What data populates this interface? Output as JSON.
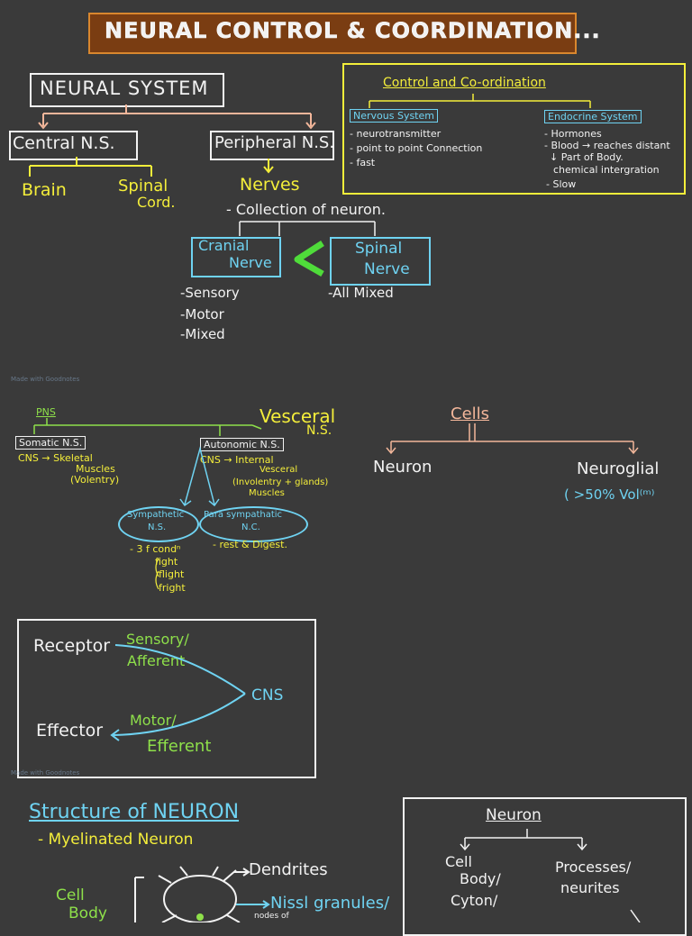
{
  "title": "NEURAL CONTROL & COORDINATION...",
  "neural_system": {
    "heading": "NEURAL SYSTEM",
    "central": "Central N.S.",
    "peripheral": "Peripheral N.S.",
    "brain": "Brain",
    "spinal_cord_1": "Spinal",
    "spinal_cord_2": "Cord.",
    "nerves": "Nerves",
    "collection": "- Collection of neuron.",
    "cranial_1": "Cranial",
    "cranial_2": "Nerve",
    "spinal_nerve_1": "Spinal",
    "spinal_nerve_2": "Nerve",
    "cranial_types": [
      "-Sensory",
      "-Motor",
      "-Mixed"
    ],
    "spinal_types": "-All Mixed"
  },
  "control_box": {
    "heading": "Control and Co-ordination",
    "nervous": "Nervous System",
    "endocrine": "Endocrine System",
    "nervous_points": [
      "- neurotransmitter",
      "- point to point Connection",
      "- fast"
    ],
    "endocrine_points": [
      "- Hormones",
      "- Blood → reaches distant",
      "↓    Part of Body.",
      "chemical intergration",
      "- Slow"
    ]
  },
  "watermark": "Made with Goodnotes",
  "pns": {
    "label": "PNS",
    "visceral_1": "Vesceral",
    "visceral_2": "N.S.",
    "somatic": "Somatic N.S.",
    "somatic_desc": [
      "CNS →  Skeletal",
      "Muscles",
      "(Volentry)"
    ],
    "autonomic": "Autonomic N.S.",
    "autonomic_desc": [
      "CNS →  Internal",
      "Vesceral",
      "(Involentry + glands)",
      "Muscles"
    ],
    "sympathetic_1": "Sympathetic",
    "sympathetic_2": "N.S.",
    "parasympathetic_1": "Para sympathatic",
    "parasympathetic_2": "N.C.",
    "sym_points": [
      "- 3 f condⁿ",
      "fight",
      "flight",
      "fright"
    ],
    "para_point": "- rest & Digest."
  },
  "cells": {
    "heading": "Cells",
    "neuron": "Neuron",
    "neuroglia": "Neuroglial",
    "neuroglia_note": "( >50% Vol⁽ᵐ⁾"
  },
  "reflex_box": {
    "receptor": "Receptor",
    "sensory_1": "Sensory/",
    "sensory_2": "Afferent",
    "cns": "CNS",
    "effector": "Effector",
    "motor": "Motor/",
    "efferent": "Efferent"
  },
  "structure": {
    "heading": "Structure of NEURON",
    "myelinated": "- Myelinated Neuron",
    "cell_body_1": "Cell",
    "cell_body_2": "Body",
    "dendrites": "Dendrites",
    "nissl": "Nissl granules/",
    "nodes": "nodes of"
  },
  "neuron_box": {
    "heading": "Neuron",
    "cell": "Cell",
    "body": "Body/",
    "cyton": "Cyton/",
    "processes": "Processes/",
    "neurites": "neurites"
  }
}
